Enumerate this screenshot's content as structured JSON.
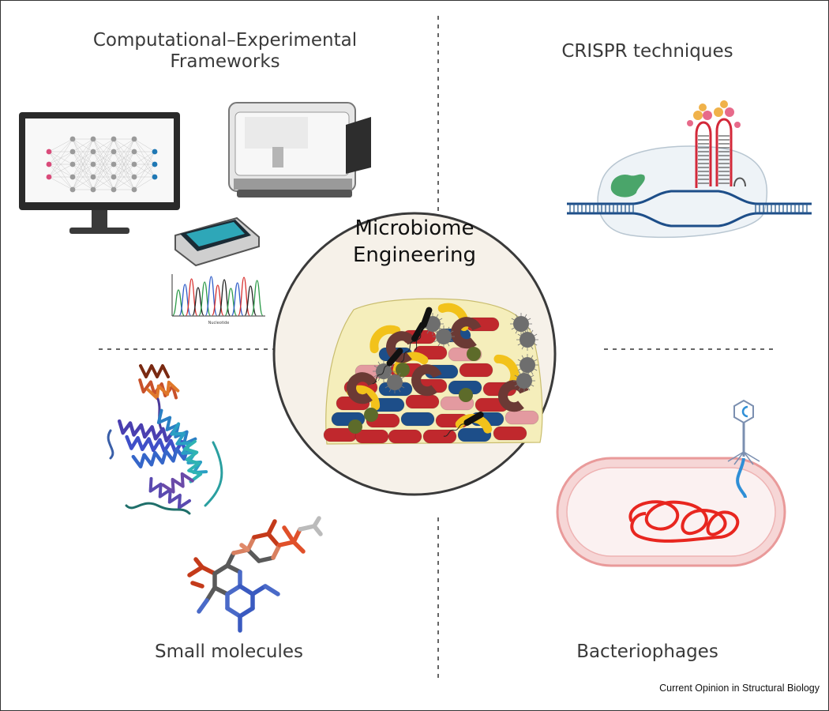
{
  "center": {
    "line1": "Microbiome",
    "line2": "Engineering"
  },
  "quadrants": {
    "top_left": {
      "line1": "Computational–Experimental",
      "line2": "Frameworks"
    },
    "top_right": "CRISPR techniques",
    "bottom_left": "Small molecules",
    "bottom_right": "Bacteriophages"
  },
  "chromatogram_axis_label": "Nucleotide",
  "credit": "Current Opinion in Structural Biology",
  "colors": {
    "circle_fill": "#f6f1e9",
    "circle_stroke": "#3a3a3a",
    "bacteria_red": "#c0282d",
    "bacteria_blue": "#1d4e89",
    "bacteria_yellow": "#f2c21b",
    "bacteria_brown": "#6b3a35",
    "bacteria_olive": "#5d6b2a",
    "bacteria_pink": "#e39aa0",
    "bacteria_grey": "#6e6e6e",
    "phage_genome": "#e8261f",
    "phage_blue": "#2f8fd6",
    "rna_red": "#d3293a",
    "cas_green": "#4aa56a"
  }
}
